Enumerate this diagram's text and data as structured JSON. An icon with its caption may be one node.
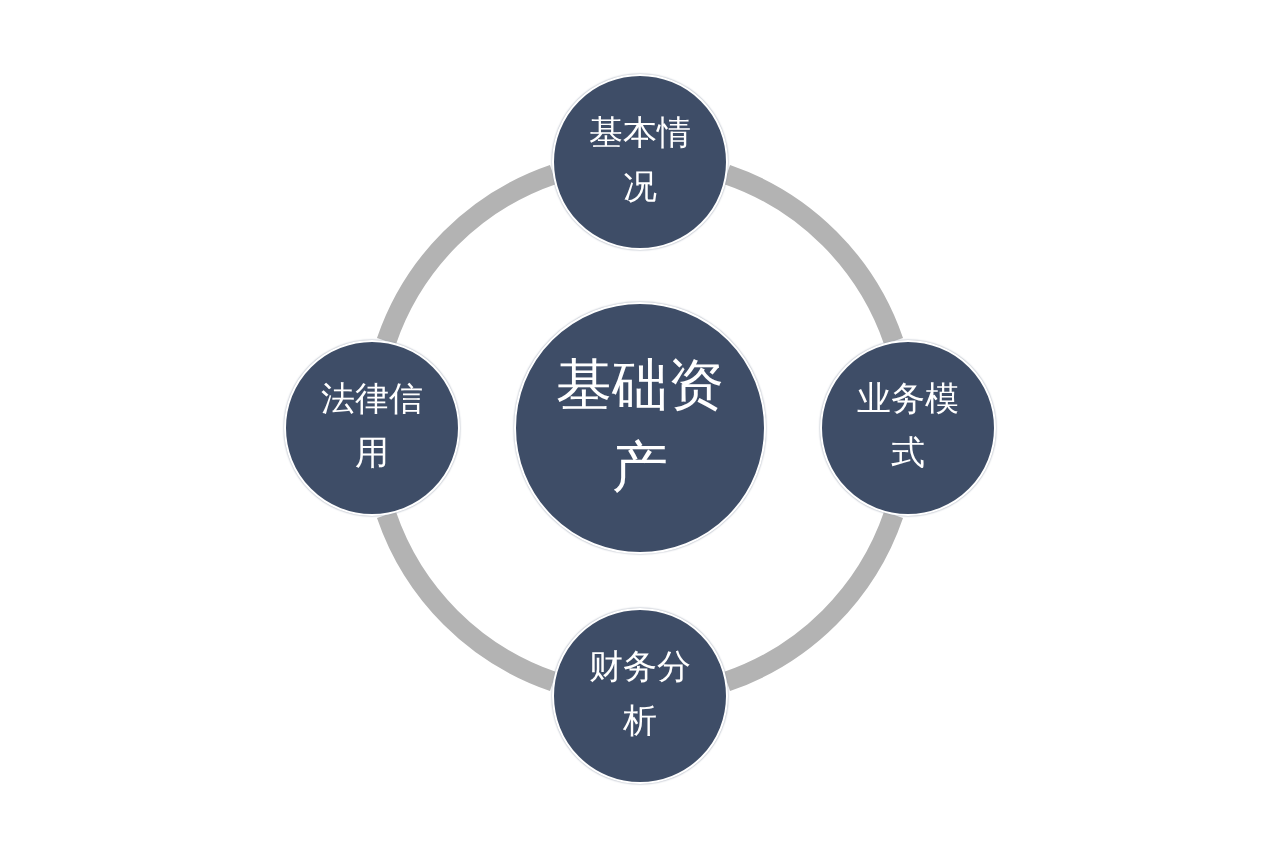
{
  "diagram": {
    "nodes": [
      {
        "text": [
          "基本情况"
        ]
      },
      {
        "text": [
          "法律信用"
        ]
      },
      {
        "text": [
          "基础资产"
        ]
      },
      {
        "text": [
          "业务模式"
        ]
      },
      {
        "text": [
          "财务分析"
        ]
      }
    ],
    "edges": [
      {
        "from": 0,
        "to": 3,
        "arrow": "none"
      },
      {
        "from": 3,
        "to": 4,
        "arrow": "none"
      },
      {
        "from": 4,
        "to": 1,
        "arrow": "none"
      },
      {
        "from": 1,
        "to": 0,
        "arrow": "none"
      }
    ]
  }
}
